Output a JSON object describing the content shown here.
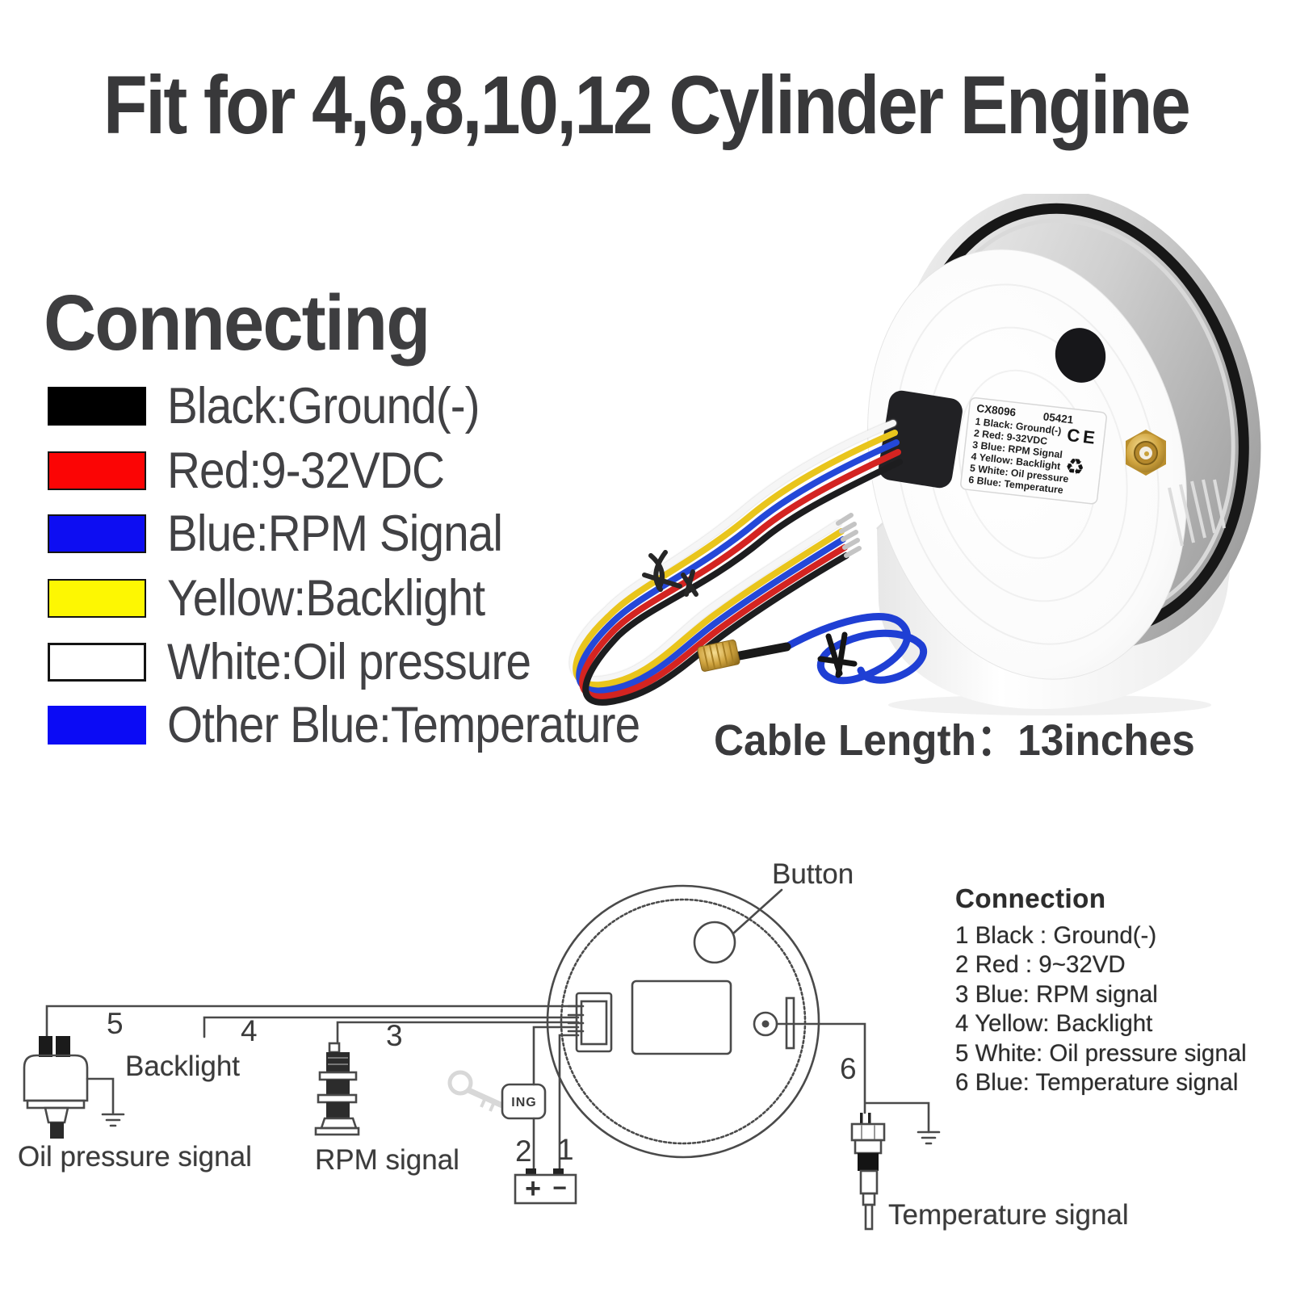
{
  "title": "Fit for 4,6,8,10,12 Cylinder Engine",
  "connecting": {
    "heading": "Connecting",
    "items": [
      {
        "color": "#000000",
        "label": "Black:Ground(-)"
      },
      {
        "color": "#fb0505",
        "label": "Red:9-32VDC"
      },
      {
        "color": "#0d0df2",
        "label": "Blue:RPM Signal"
      },
      {
        "color": "#fdf702",
        "label": "Yellow:Backlight"
      },
      {
        "color": "#ffffff",
        "label": "White:Oil pressure"
      },
      {
        "color": "#0b0bf5",
        "label": "Other Blue:Temperature"
      }
    ]
  },
  "photo": {
    "cable_length": "Cable Length：13inches",
    "label": {
      "model": "CX8096",
      "code": "05421",
      "ce_mark": "CE",
      "recycle_icon": "♻",
      "lines": [
        "1 Black: Ground(-)",
        "2 Red: 9-32VDC",
        "3 Blue: RPM Signal",
        "4 Yellow: Backlight",
        "5 White: Oil pressure",
        "6 Blue: Temperature"
      ]
    }
  },
  "diagram": {
    "button_label": "Button",
    "backlight_label": "Backlight",
    "oil_label": "Oil pressure signal",
    "rpm_label": "RPM signal",
    "temp_label": "Temperature signal",
    "ing_label": "ING",
    "battery_plus": "+",
    "battery_minus": "−",
    "wire_numbers": [
      "1",
      "2",
      "3",
      "4",
      "5",
      "6"
    ],
    "connection": {
      "heading": "Connection",
      "lines": [
        "1 Black : Ground(-)",
        "2 Red : 9~32VD",
        "3 Blue: RPM signal",
        "4 Yellow: Backlight",
        "5 White: Oil pressure signal",
        "6 Blue: Temperature signal"
      ]
    }
  }
}
